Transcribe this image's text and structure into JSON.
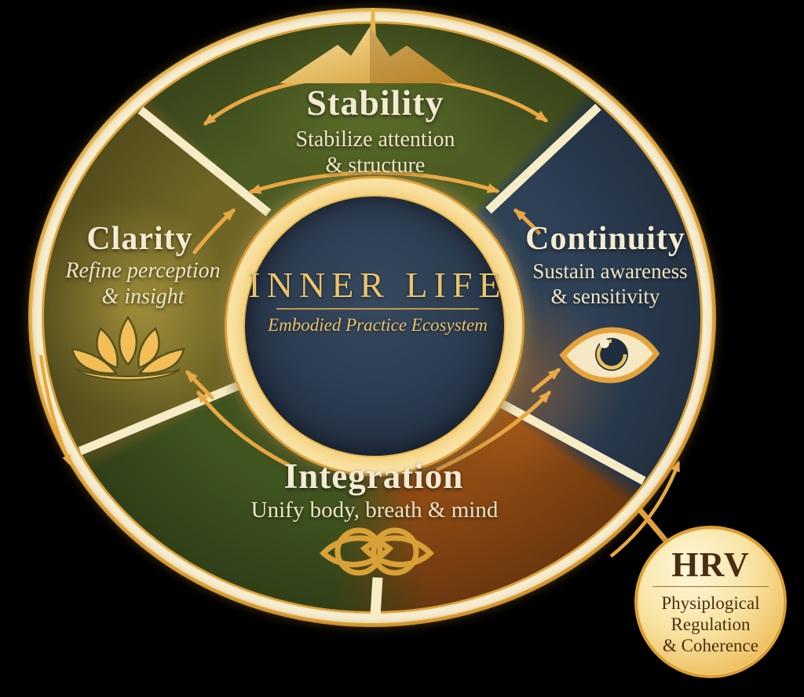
{
  "center": {
    "title": "INNER LIFE",
    "subtitle": "Embodied Practice Ecosystem"
  },
  "quadrants": {
    "stability": {
      "label": "Stability",
      "sub1": "Stabilize attention",
      "sub2": "& structure",
      "icon": "mountain-icon",
      "color": "#4c5c23"
    },
    "continuity": {
      "label": "Continuity",
      "sub1": "Sustain awareness",
      "sub2": "& sensitivity",
      "icon": "eye-icon",
      "color": "#2e4157"
    },
    "integration": {
      "label": "Integration",
      "sub1": "Unify body, breath & mind",
      "icon": "knot-icon",
      "colors": [
        "#405420",
        "#8f4a14"
      ]
    },
    "clarity": {
      "label": "Clarity",
      "sub1": "Refine perception",
      "sub2": "& insight",
      "icon": "lotus-icon",
      "color": "#6f6626"
    }
  },
  "hrv_badge": {
    "title": "HRV",
    "line1": "Physiplogical",
    "line2": "Regulation",
    "line3": "& Coherence"
  },
  "palette": {
    "arrow_gold": "#e9a843",
    "divider_cream": "#f6ecc6",
    "rim_gold": "#eeb445",
    "center_text_gold": "#eac36c",
    "quadrant_text_cream": "#f2ead2",
    "badge_text_brown": "#4b2e12",
    "center_circle_navy": "#2d3e52"
  }
}
